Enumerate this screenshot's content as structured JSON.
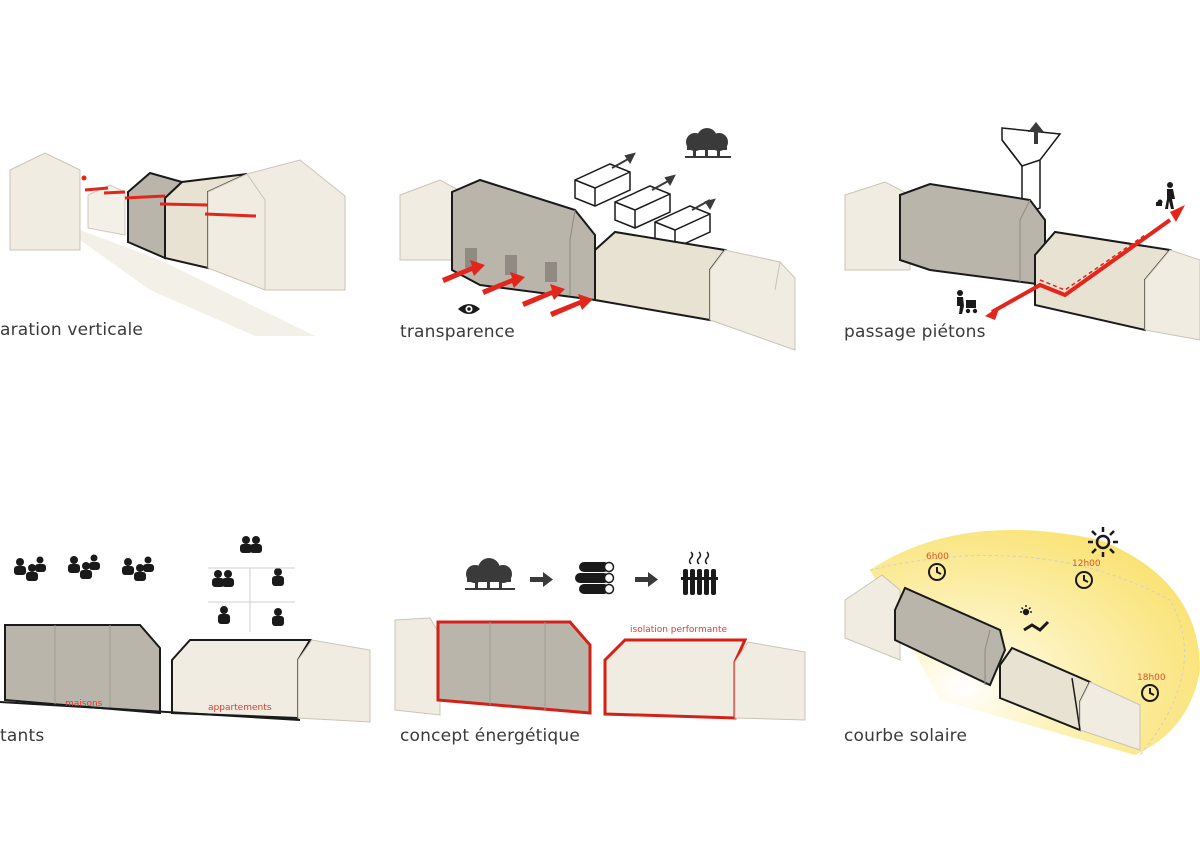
{
  "panels": [
    {
      "caption": "aration verticale"
    },
    {
      "caption": "transparence"
    },
    {
      "caption": "passage piétons"
    },
    {
      "caption": "tants",
      "labels": {
        "left": "maisons",
        "right": "appartements"
      }
    },
    {
      "caption": "concept énergétique",
      "labels": {
        "insulation": "isolation performante"
      }
    },
    {
      "caption": "courbe solaire",
      "times": [
        "6h00",
        "12h00",
        "18h00"
      ]
    }
  ],
  "colors": {
    "building_light": "#f0ece1",
    "building_mid": "#e7e2d2",
    "building_dark": "#b9b5ab",
    "outline": "#1a1a1a",
    "accent_red": "#e4251b",
    "sun_yellow": "#fbe77a"
  },
  "icons": [
    "eye-icon",
    "arrow-icon",
    "tree-icon",
    "pedestrian-icon",
    "stroller-icon",
    "people-group-icon",
    "person-icon",
    "wood-logs-icon",
    "radiator-icon",
    "sun-icon",
    "clock-icon",
    "sunbed-icon"
  ]
}
